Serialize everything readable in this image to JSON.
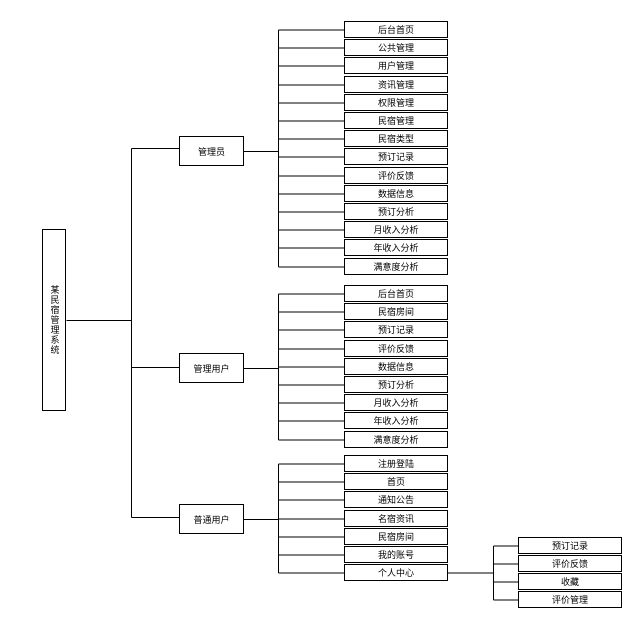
{
  "root": {
    "label": "某民宿管理系统"
  },
  "roles": [
    {
      "label": "管理员",
      "items": [
        "后台首页",
        "公共管理",
        "用户管理",
        "资讯管理",
        "权限管理",
        "民宿管理",
        "民宿类型",
        "预订记录",
        "评价反馈",
        "数据信息",
        "预订分析",
        "月收入分析",
        "年收入分析",
        "满意度分析"
      ]
    },
    {
      "label": "管理用户",
      "items": [
        "后台首页",
        "民宿房间",
        "预订记录",
        "评价反馈",
        "数据信息",
        "预订分析",
        "月收入分析",
        "年收入分析",
        "满意度分析"
      ]
    },
    {
      "label": "普通用户",
      "items": [
        "注册登陆",
        "首页",
        "通知公告",
        "名宿资讯",
        "民宿房间",
        "我的账号",
        "个人中心"
      ]
    }
  ],
  "personal_center": {
    "label": "个人中心",
    "items": [
      "预订记录",
      "评价反馈",
      "收藏",
      "评价管理"
    ]
  }
}
